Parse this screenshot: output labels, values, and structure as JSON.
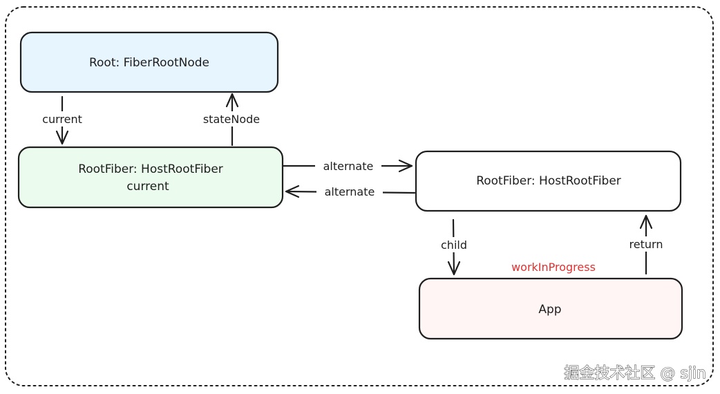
{
  "diagram": {
    "nodes": {
      "root": {
        "label": "Root: FiberRootNode",
        "fill": "#e7f5ff"
      },
      "current_fiber": {
        "label_line1": "RootFiber: HostRootFiber",
        "label_line2": "current",
        "fill": "#ebfbee"
      },
      "wip_fiber": {
        "label": "RootFiber: HostRootFiber",
        "fill": "#ffffff"
      },
      "app": {
        "label": "App",
        "fill": "#fff5f5"
      }
    },
    "edges": {
      "current": "current",
      "state_node": "stateNode",
      "alternate_forward": "alternate",
      "alternate_back": "alternate",
      "child": "child",
      "return": "return"
    },
    "annotations": {
      "work_in_progress": "workInProgress"
    },
    "watermark": "掘金技术社区 @ sjin"
  },
  "colors": {
    "stroke": "#1e1e1e",
    "annotation": "#e03131"
  }
}
